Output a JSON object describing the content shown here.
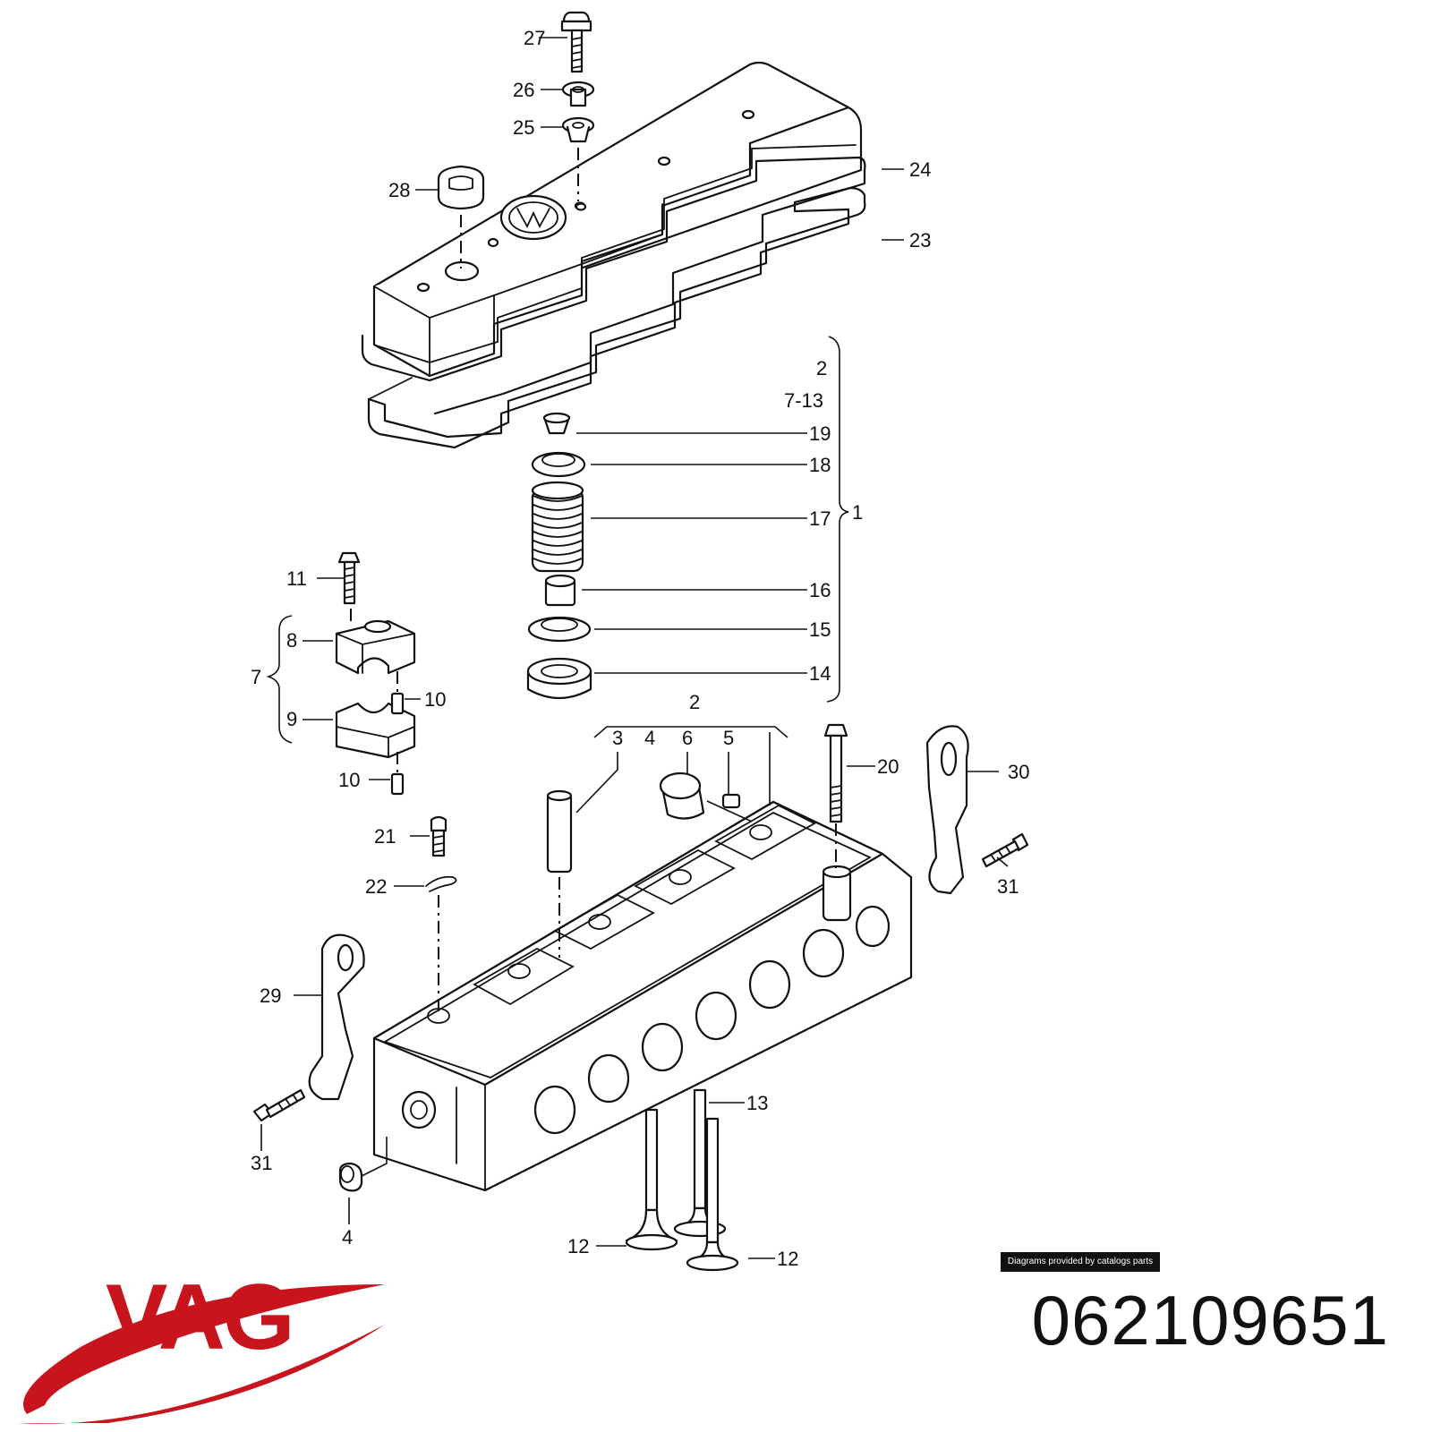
{
  "labels": {
    "l1": "1",
    "l2a": "2",
    "l2b": "2",
    "l3": "3",
    "l4a": "4",
    "l4b": "4",
    "l5": "5",
    "l6": "6",
    "l7": "7",
    "l7_13": "7-13",
    "l8": "8",
    "l9": "9",
    "l10a": "10",
    "l10b": "10",
    "l11": "11",
    "l12a": "12",
    "l12b": "12",
    "l13": "13",
    "l14": "14",
    "l15": "15",
    "l16": "16",
    "l17": "17",
    "l18": "18",
    "l19": "19",
    "l20": "20",
    "l21": "21",
    "l22": "22",
    "l23": "23",
    "l24": "24",
    "l25": "25",
    "l26": "26",
    "l27": "27",
    "l28": "28",
    "l29": "29",
    "l30": "30",
    "l31a": "31",
    "l31b": "31"
  },
  "footer": {
    "credit": "Diagrams provided by catalogs parts",
    "brand": "VAG",
    "part_number": "062109651"
  },
  "colors": {
    "brand_red": "#c8141c",
    "line": "#111111"
  }
}
